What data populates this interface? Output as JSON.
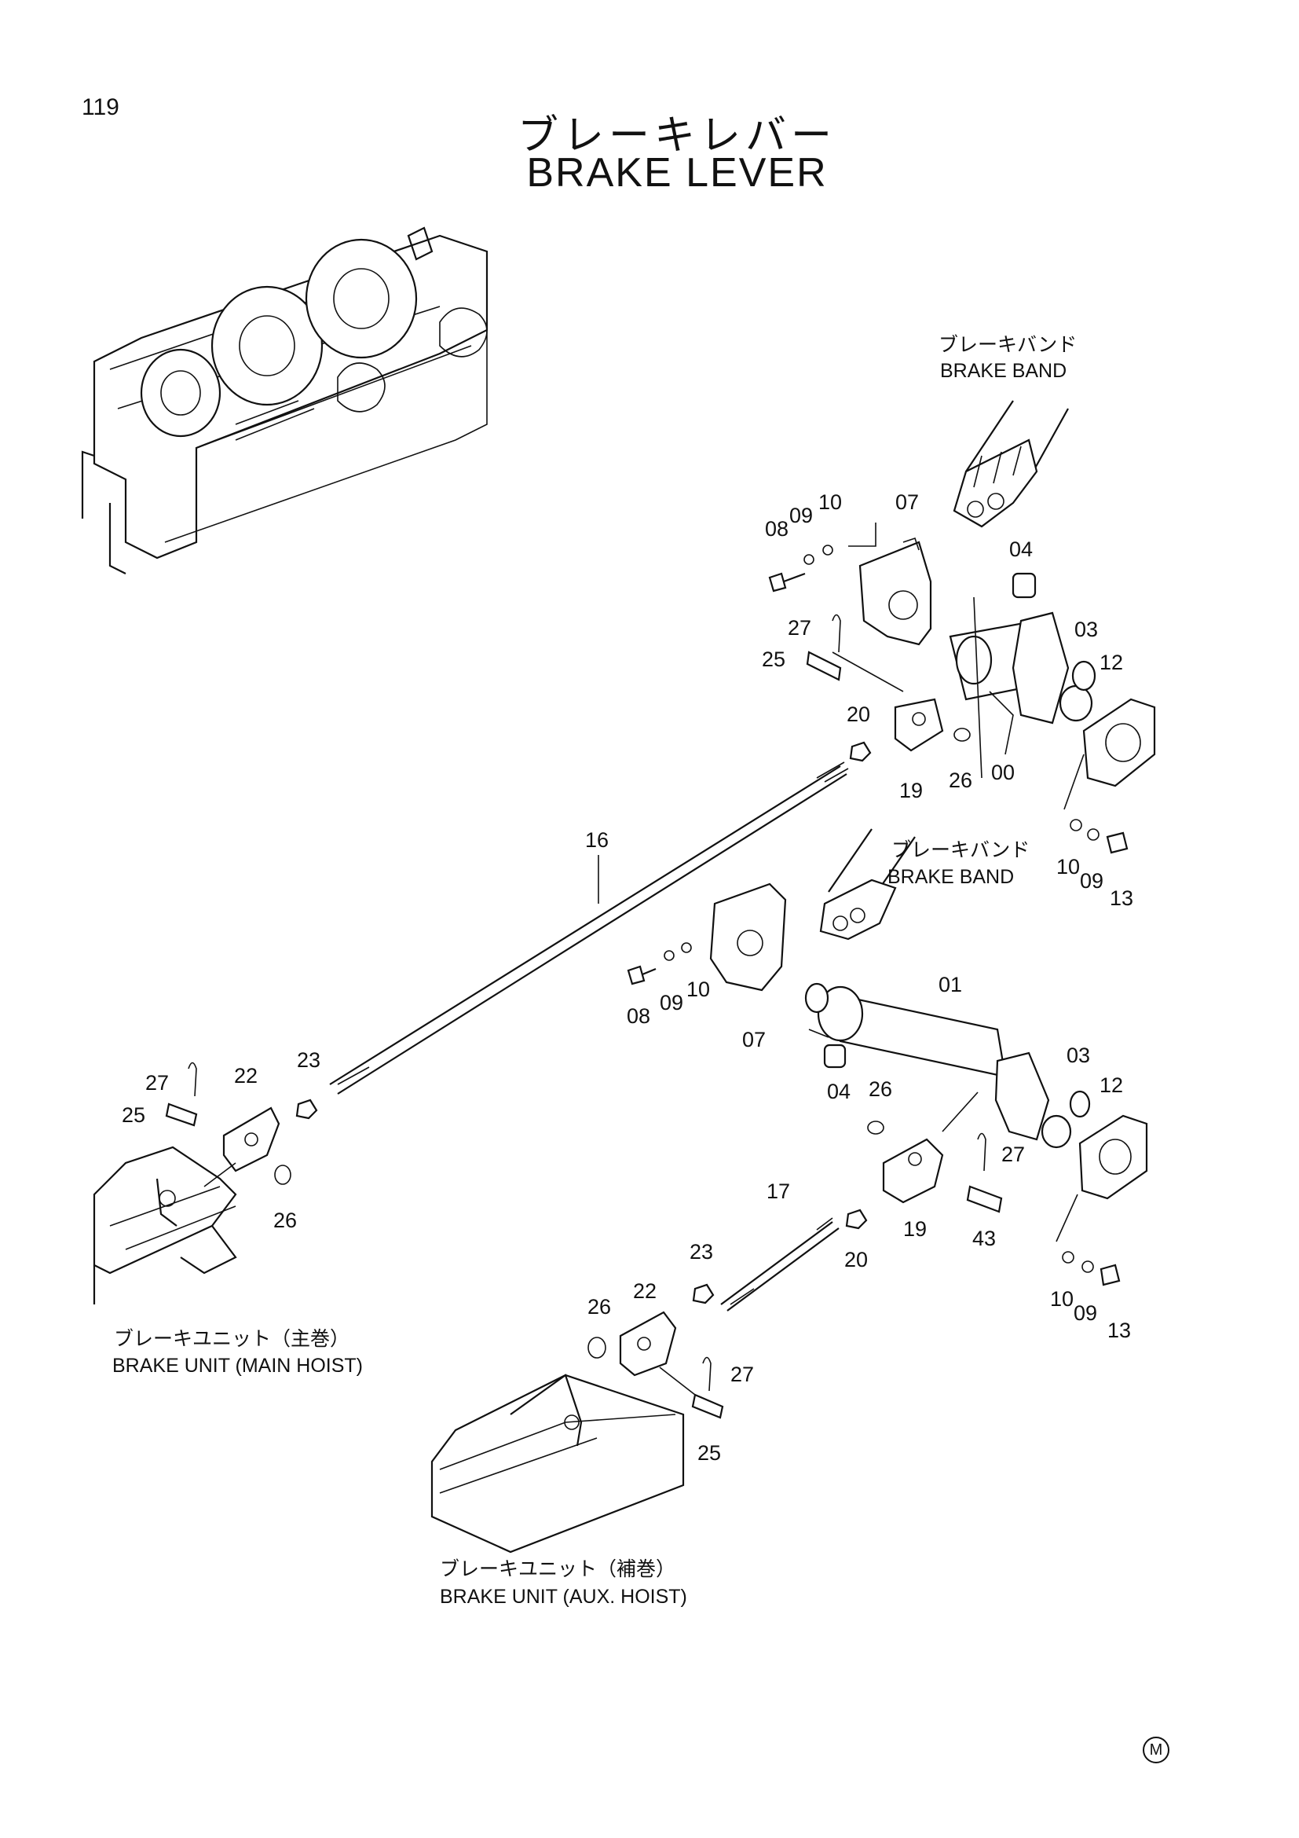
{
  "page": {
    "number": "119",
    "title_jp": "ブレーキレバー",
    "title_en": "BRAKE LEVER",
    "mark": "M"
  },
  "captions": {
    "brake_band_jp": "ブレーキバンド",
    "brake_band_en": "BRAKE BAND",
    "unit_main_jp": "ブレーキユニット（主巻）",
    "unit_main_en": "BRAKE UNIT (MAIN HOIST)",
    "unit_aux_jp": "ブレーキユニット（補巻）",
    "unit_aux_en": "BRAKE UNIT (AUX. HOIST)"
  },
  "callouts": {
    "upper_assembly": [
      "08",
      "09",
      "10",
      "07",
      "04",
      "27",
      "25",
      "03",
      "12",
      "20",
      "00",
      "19",
      "26",
      "10",
      "09",
      "13"
    ],
    "rod": [
      "16"
    ],
    "lower_assembly": [
      "08",
      "09",
      "10",
      "07",
      "01",
      "04",
      "03",
      "12",
      "26",
      "27",
      "19",
      "43",
      "20",
      "10",
      "09",
      "13"
    ],
    "main_hoist_end": [
      "27",
      "22",
      "25",
      "23",
      "26"
    ],
    "aux_hoist_end": [
      "17",
      "23",
      "26",
      "22",
      "27",
      "25"
    ]
  }
}
